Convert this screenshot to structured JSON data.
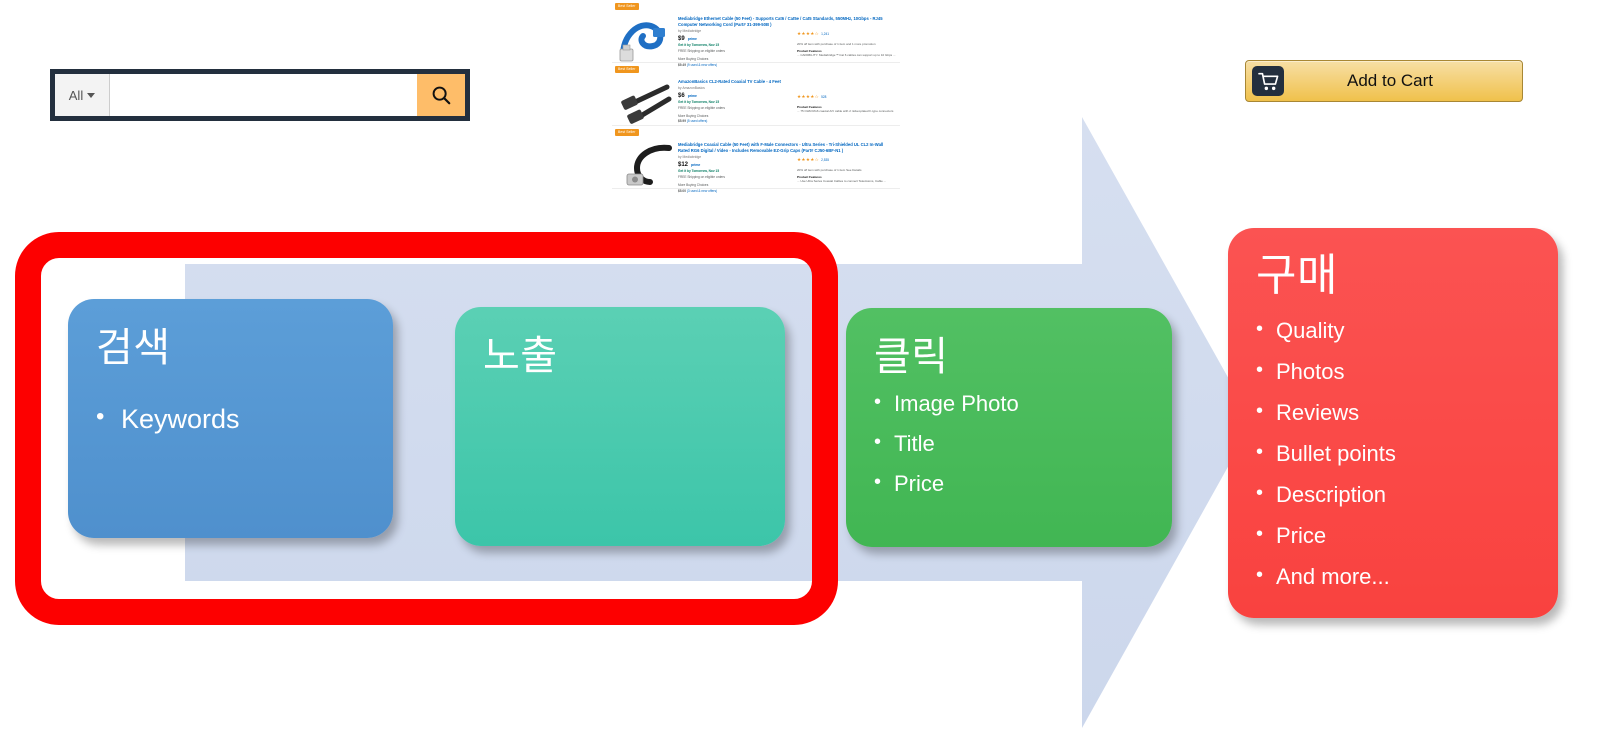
{
  "search": {
    "category_label": "All",
    "category_icon": "chevron-down-icon",
    "query_value": "",
    "placeholder": "",
    "submit_icon": "search-icon"
  },
  "add_to_cart": {
    "label": "Add to Cart",
    "icon": "shopping-cart-icon"
  },
  "results": {
    "badge_label": "Best Seller",
    "items": [
      {
        "title": "Mediabridge Ethernet Cable (50 Feet) - Supports Cat6 / Cat5e / Cat5 Standards, 550MHz, 10Gbps - RJ45 Computer Networking Cord (Part# 31-399-50B )",
        "brand": "by Mediabridge",
        "price": "$9",
        "price_cents": "99",
        "prime_label": "prime",
        "delivery": "Get it by Tomorrow, Nov 15",
        "shipping": "FREE Shipping on eligible orders",
        "choices_label": "More Buying Choices",
        "choices_price": "$9.49",
        "choices_offers": "(9 used & new offers)",
        "stars": "★★★★☆",
        "review_count": "1,241",
        "promo": "20% off item with purchase of 1 item and 1 more promotion",
        "features_label": "Product Features",
        "features": "... CAPABILITY: Mediabridge™ Cat 6 cables can support up to 10 Gbps ..."
      },
      {
        "title": "AmazonBasics CL2-Rated Coaxial TV Cable - 4 Feet",
        "brand": "by AmazonBasics",
        "price": "$6",
        "price_cents": "49",
        "prime_label": "prime",
        "delivery": "Get it by Tomorrow, Nov 15",
        "shipping": "FREE Shipping on eligible orders",
        "choices_label": "More Buying Choices",
        "choices_price": "$5.99",
        "choices_offers": "(5 used offers)",
        "stars": "★★★★☆",
        "review_count": "528",
        "promo": "",
        "features_label": "Product Features",
        "features": "... 75 OHM RG6 coaxial A/V cable with 2 nickel-plated F-type connectors"
      },
      {
        "title": "Mediabridge Coaxial Cable (50 Feet) with F-Male Connectors - Ultra Series - Tri-Shielded UL CL2 In-Wall Rated RG6 Digital / Video - Includes Removable EZ-Grip Caps (Part# CJ50-6BF-N1 )",
        "brand": "by Mediabridge",
        "price": "$12",
        "price_cents": "99",
        "prime_label": "prime",
        "delivery": "Get it by Tomorrow, Nov 15",
        "shipping": "FREE Shipping on eligible orders",
        "choices_label": "More Buying Choices",
        "choices_price": "$5.00",
        "choices_offers": "(3 used & new offers)",
        "stars": "★★★★☆",
        "review_count": "2,535",
        "promo": "20% off item with purchase of 1 item See Details",
        "features_label": "Product Features",
        "features": "... Use Ultra Series Coaxial Cables to connect Televisions, Cable ..."
      }
    ]
  },
  "funnel": {
    "arrow_color": "#d3dcef",
    "annotation_color": "#fd0000",
    "stages": [
      {
        "id": "search",
        "title": "검색",
        "color": "#5b9bd5",
        "bullets": [
          "Keywords"
        ]
      },
      {
        "id": "exposure",
        "title": "노출",
        "color": "#45cbb0",
        "bullets": []
      },
      {
        "id": "click",
        "title": "클릭",
        "color": "#4cbe5c",
        "bullets": [
          "Image Photo",
          "Title",
          "Price"
        ]
      },
      {
        "id": "purchase",
        "title": "구매",
        "color": "#fb4b4b",
        "bullets": [
          "Quality",
          "Photos",
          "Reviews",
          "Bullet points",
          "Description",
          "Price",
          "And more..."
        ]
      }
    ]
  }
}
